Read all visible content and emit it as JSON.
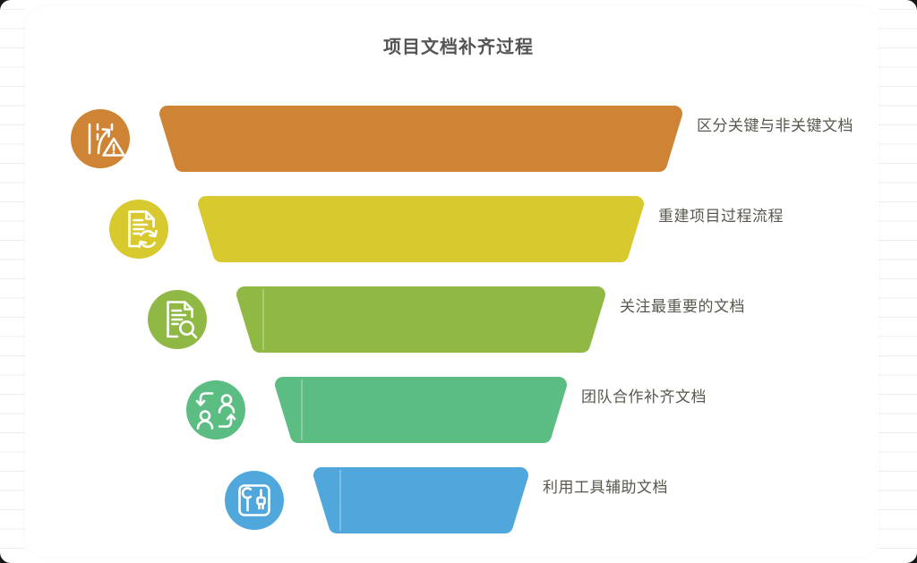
{
  "title": "项目文档补齐过程",
  "funnel": {
    "title_color": "#555557",
    "label_color": "#5A584E",
    "levels": [
      {
        "label": "区分关键与非关键文档",
        "color": "#CE8434",
        "icon": "road-warning-icon"
      },
      {
        "label": "重建项目过程流程",
        "color": "#D8C92E",
        "icon": "document-refresh-icon"
      },
      {
        "label": "关注最重要的文档",
        "color": "#8FB944",
        "icon": "document-search-icon"
      },
      {
        "label": "团队合作补齐文档",
        "color": "#5BBD82",
        "icon": "people-exchange-icon"
      },
      {
        "label": "利用工具辅助文档",
        "color": "#4FA7DB",
        "icon": "tools-icon"
      }
    ]
  }
}
